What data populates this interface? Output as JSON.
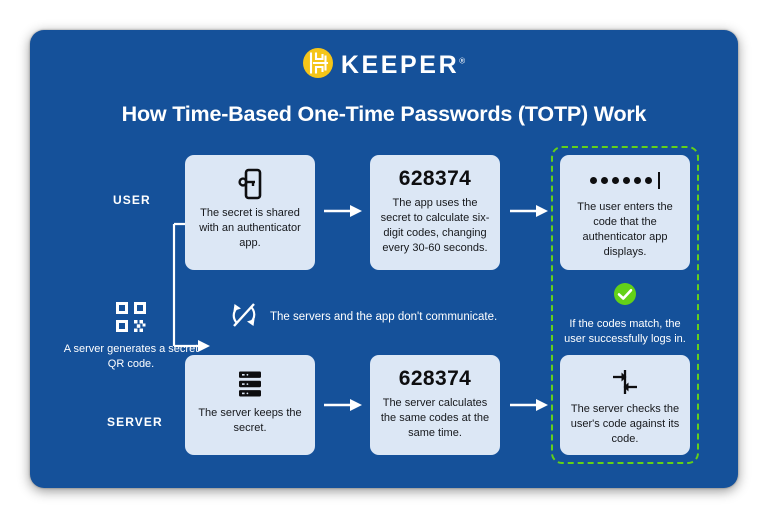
{
  "brand": {
    "logo_icon": "keeper-logo-icon",
    "word": "KEEPER",
    "trademark": "®",
    "logo_color": "#F5C518",
    "text_color": "#FFFFFF"
  },
  "headline": "How Time-Based One-Time Passwords (TOTP) Work",
  "theme": {
    "background": "#15519A",
    "card_background": "#DCE7F5",
    "accent_green": "#63D118",
    "text_on_blue": "#FFFFFF",
    "text_on_card": "#16181C"
  },
  "lanes": {
    "user_label": "USER",
    "server_label": "SERVER"
  },
  "source": {
    "icon": "qr-code-icon",
    "caption": "A server generates a secret QR code."
  },
  "middle_note": {
    "icon": "no-sync-icon",
    "text": "The servers and the app don't communicate."
  },
  "success": {
    "icon": "check-circle-icon",
    "text": "If the codes match, the user successfully logs in."
  },
  "user_row": [
    {
      "icon": "phone-key-icon",
      "code": "",
      "text": "The secret is shared with an authenticator app."
    },
    {
      "icon": "",
      "code": "628374",
      "text": "The app uses the secret to calculate six-digit codes, changing every 30-60 seconds."
    },
    {
      "icon": "password-dots-icon",
      "code": "",
      "text": "The user enters the code that the authenticator app displays."
    }
  ],
  "server_row": [
    {
      "icon": "server-rack-icon",
      "code": "",
      "text": "The server keeps the secret."
    },
    {
      "icon": "",
      "code": "628374",
      "text": "The server calculates the same codes at the same time."
    },
    {
      "icon": "compare-arrows-icon",
      "code": "",
      "text": "The server checks the user's code against its code."
    }
  ],
  "password_field": {
    "dot_count": 6,
    "caret_visible": true
  }
}
